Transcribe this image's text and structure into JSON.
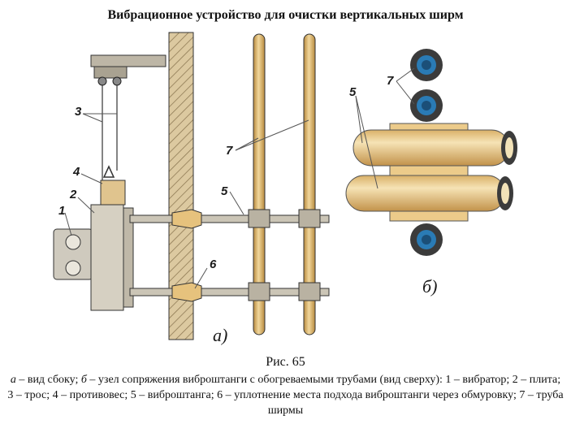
{
  "title": "Вибрационное устройство для очистки вертикальных ширм",
  "figure": {
    "labels": {
      "l1": "1",
      "l2": "2",
      "l3": "3",
      "l4": "4",
      "l5a": "5",
      "l6": "6",
      "l7a": "7",
      "l5b": "5",
      "l7b": "7",
      "sub_a": "а)",
      "sub_b": "б)"
    }
  },
  "caption": {
    "number": "Рис. 65",
    "a_letter": "а",
    "a_text": " – вид сбоку; ",
    "b_letter": "б",
    "rest": " – узел сопряжения виброштанги с обогреваемыми трубами (вид сверху): 1 – вибратор; 2 – плита; 3 – трос; 4 – противовес; 5 – виброштанга; 6 – уплотнение места подхода виброштанги через обмуровку; 7 – труба ширмы"
  },
  "colors": {
    "tube": "#e8c98a",
    "tube_shade": "#c99a4a",
    "wall": "#d9c7a0",
    "metal": "#b8b2a4",
    "pipe_blue": "#2a7bb5",
    "pipe_outer": "#3a3a3a",
    "leader": "#5a5a5a"
  }
}
